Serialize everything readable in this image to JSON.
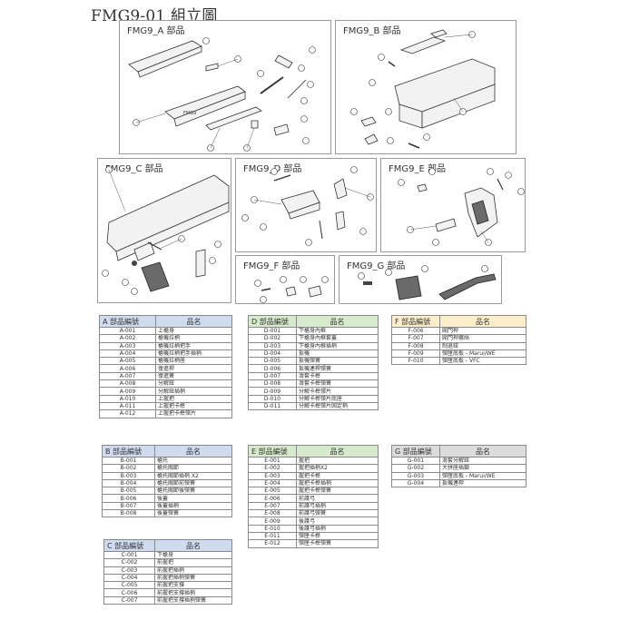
{
  "title": "FMG9-01 組立圖",
  "panels": {
    "a": {
      "label": "FMG9_A 部品"
    },
    "b": {
      "label": "FMG9_B 部品"
    },
    "c": {
      "label": "FMG9_C 部品"
    },
    "d": {
      "label": "FMG9_D 部品"
    },
    "e": {
      "label": "FMG9_E 部品"
    },
    "f": {
      "label": "FMG9_F 部品"
    },
    "g": {
      "label": "FMG9_G 部品"
    }
  },
  "tables": {
    "a": {
      "code_header": "A 部品編號",
      "name_header": "品名",
      "rows": [
        {
          "code": "A-001",
          "name": "上槍身"
        },
        {
          "code": "A-002",
          "name": "槍機拉柄"
        },
        {
          "code": "A-003",
          "name": "槍機拉柄把手"
        },
        {
          "code": "A-004",
          "name": "槍機拉柄把手插梢"
        },
        {
          "code": "A-005",
          "name": "槍機拉柄座"
        },
        {
          "code": "A-006",
          "name": "復進桿"
        },
        {
          "code": "A-007",
          "name": "復進簧"
        },
        {
          "code": "A-008",
          "name": "分解鈕"
        },
        {
          "code": "A-009",
          "name": "分解鈕插梢"
        },
        {
          "code": "A-010",
          "name": "上握把"
        },
        {
          "code": "A-011",
          "name": "上握把卡榫"
        },
        {
          "code": "A-012",
          "name": "上握把卡榫彈片"
        }
      ]
    },
    "d": {
      "code_header": "D 部品編號",
      "name_header": "品名",
      "rows": [
        {
          "code": "D-001",
          "name": "下槍身內框"
        },
        {
          "code": "D-002",
          "name": "下槍身內框套蓋"
        },
        {
          "code": "D-003",
          "name": "下槍身內框插梢"
        },
        {
          "code": "D-004",
          "name": "扳機"
        },
        {
          "code": "D-005",
          "name": "扳機彈簧"
        },
        {
          "code": "D-006",
          "name": "扳機連桿彈簧"
        },
        {
          "code": "D-007",
          "name": "滑套卡榫"
        },
        {
          "code": "D-008",
          "name": "滑套卡榫彈簧"
        },
        {
          "code": "D-009",
          "name": "分解卡榫彈片"
        },
        {
          "code": "D-010",
          "name": "分解卡榫彈片底座"
        },
        {
          "code": "D-011",
          "name": "分解卡榫彈片固定梢"
        }
      ]
    },
    "f": {
      "code_header": "F 部品編號",
      "name_header": "品名",
      "rows": [
        {
          "code": "F-006",
          "name": "閥門桿"
        },
        {
          "code": "F-007",
          "name": "閥門桿螺絲"
        },
        {
          "code": "F-008",
          "name": "制退鈕"
        },
        {
          "code": "F-009",
          "name": "彈匣底板 - Marui/WE"
        },
        {
          "code": "F-010",
          "name": "彈匣底板 - VFC"
        }
      ]
    },
    "b": {
      "code_header": "B 部品編號",
      "name_header": "品名",
      "rows": [
        {
          "code": "B-001",
          "name": "槍托"
        },
        {
          "code": "B-002",
          "name": "槍托關節"
        },
        {
          "code": "B-003",
          "name": "槍托關節插梢 X2"
        },
        {
          "code": "B-004",
          "name": "槍托關節前彈簧"
        },
        {
          "code": "B-005",
          "name": "槍托關節後彈簧"
        },
        {
          "code": "B-006",
          "name": "後蓋"
        },
        {
          "code": "B-007",
          "name": "後蓋插梢"
        },
        {
          "code": "B-008",
          "name": "後蓋彈簧"
        }
      ]
    },
    "e": {
      "code_header": "E 部品編號",
      "name_header": "品名",
      "rows": [
        {
          "code": "E-001",
          "name": "握把"
        },
        {
          "code": "E-002",
          "name": "握把插梢X2"
        },
        {
          "code": "E-003",
          "name": "握把卡榫"
        },
        {
          "code": "E-004",
          "name": "握把卡榫插梢"
        },
        {
          "code": "E-005",
          "name": "握把卡榫彈簧"
        },
        {
          "code": "E-006",
          "name": "前護弓"
        },
        {
          "code": "E-007",
          "name": "前護弓插梢"
        },
        {
          "code": "E-008",
          "name": "前護弓彈簧"
        },
        {
          "code": "E-009",
          "name": "後護弓"
        },
        {
          "code": "E-010",
          "name": "後護弓插梢"
        },
        {
          "code": "E-011",
          "name": "彈匣卡榫"
        },
        {
          "code": "E-012",
          "name": "彈匣卡榫彈簧"
        }
      ]
    },
    "g": {
      "code_header": "G 部品編號",
      "name_header": "品名",
      "rows": [
        {
          "code": "G-001",
          "name": "滑套分解鈕"
        },
        {
          "code": "G-002",
          "name": "大拼座插鎖"
        },
        {
          "code": "G-003",
          "name": "彈匣底板 - Marui/WE"
        },
        {
          "code": "G-004",
          "name": "扳機連桿"
        }
      ]
    },
    "c": {
      "code_header": "C 部品編號",
      "name_header": "品名",
      "rows": [
        {
          "code": "C-001",
          "name": "下槍身"
        },
        {
          "code": "C-002",
          "name": "前握把"
        },
        {
          "code": "C-003",
          "name": "前握把插梢"
        },
        {
          "code": "C-004",
          "name": "前握把插梢彈簧"
        },
        {
          "code": "C-005",
          "name": "前握把支撐"
        },
        {
          "code": "C-006",
          "name": "前握把支撐插梢"
        },
        {
          "code": "C-007",
          "name": "前握把支撐插梢彈簧"
        }
      ]
    }
  }
}
